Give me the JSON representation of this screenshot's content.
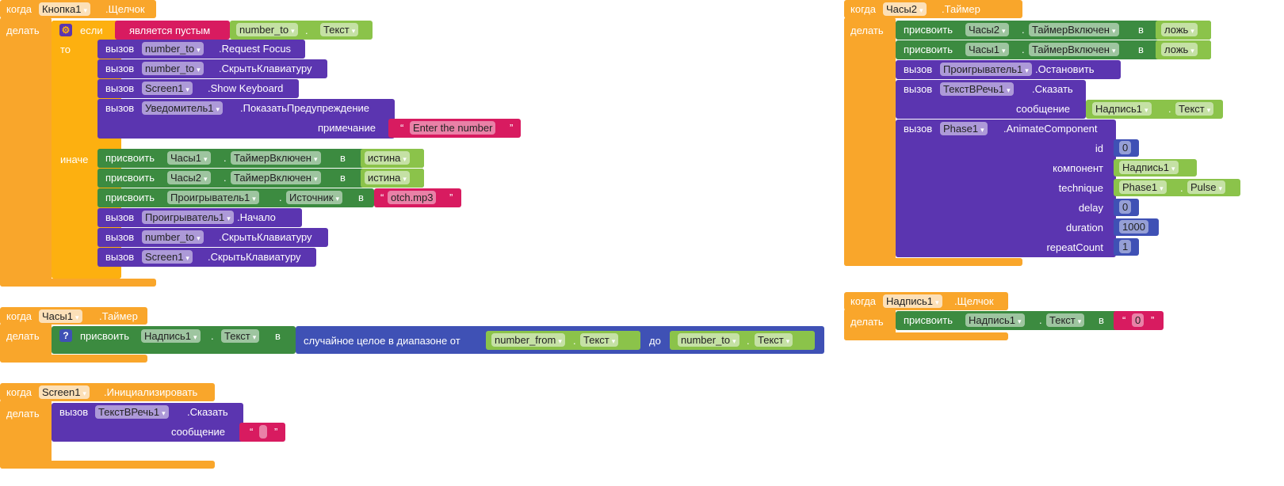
{
  "colors": {
    "event": "#F9A62B",
    "control": "#FDB010",
    "call": "#5B35B0",
    "set": "#3C8B40",
    "getter": "#8BC34A",
    "text": "#D81B60",
    "math": "#3F51B5"
  },
  "kw": {
    "when": "когда",
    "do": "делать",
    "if": "если",
    "then": "то",
    "else": "иначе",
    "call": "вызов",
    "set": "присвоить",
    "to": "в",
    "dot": ".",
    "open_quote": "“",
    "close_quote": "”"
  },
  "b1": {
    "component": "Кнопка1",
    "event": ".Щелчок",
    "is_empty": "является пустым",
    "cond_comp": "number_to",
    "cond_prop": "Текст",
    "then": [
      {
        "comp": "number_to",
        "method": ".Request Focus"
      },
      {
        "comp": "number_to",
        "method": ".СкрытьКлавиатуру"
      },
      {
        "comp": "Screen1",
        "method": ".Show Keyboard"
      },
      {
        "comp": "Уведомитель1",
        "method": ".ПоказатьПредупреждение",
        "arg_label": "примечание",
        "arg_value": "Enter the number"
      }
    ],
    "else_sets": [
      {
        "comp": "Часы1",
        "prop": "ТаймерВключен",
        "value": "истина"
      },
      {
        "comp": "Часы2",
        "prop": "ТаймерВключен",
        "value": "истина"
      },
      {
        "comp": "Проигрыватель1",
        "prop": "Источник",
        "value": "otch.mp3"
      }
    ],
    "else_calls": [
      {
        "comp": "Проигрыватель1",
        "method": ".Начало"
      },
      {
        "comp": "number_to",
        "method": ".СкрытьКлавиатуру"
      },
      {
        "comp": "Screen1",
        "method": ".СкрытьКлавиатуру"
      }
    ]
  },
  "b2": {
    "component": "Часы1",
    "event": ".Таймер",
    "set_comp": "Надпись1",
    "set_prop": "Текст",
    "random_label": "случайное целое в диапазоне от",
    "from_comp": "number_from",
    "from_prop": "Текст",
    "to_label": "до",
    "to_comp": "number_to",
    "to_prop": "Текст"
  },
  "b3": {
    "component": "Screen1",
    "event": ".Инициализировать",
    "call_comp": "ТекстВРечь1",
    "method": ".Сказать",
    "arg_label": "сообщение",
    "arg_value": ""
  },
  "b4": {
    "component": "Часы2",
    "event": ".Таймер",
    "sets": [
      {
        "comp": "Часы2",
        "prop": "ТаймерВключен",
        "value": "ложь"
      },
      {
        "comp": "Часы1",
        "prop": "ТаймерВключен",
        "value": "ложь"
      }
    ],
    "stop_comp": "Проигрыватель1",
    "stop_method": ".Остановить",
    "say_comp": "ТекстВРечь1",
    "say_method": ".Сказать",
    "say_arg": "сообщение",
    "say_src_comp": "Надпись1",
    "say_src_prop": "Текст",
    "anim_comp": "Phase1",
    "anim_method": ".AnimateComponent",
    "params": {
      "id_label": "id",
      "id": "0",
      "comp_label": "компонент",
      "comp": "Надпись1",
      "tech_label": "technique",
      "tech_comp": "Phase1",
      "tech": "Pulse",
      "delay_label": "delay",
      "delay": "0",
      "duration_label": "duration",
      "duration": "1000",
      "repeat_label": "repeatCount",
      "repeat": "1"
    }
  },
  "b5": {
    "component": "Надпись1",
    "event": ".Щелчок",
    "set_comp": "Надпись1",
    "set_prop": "Текст",
    "value": "0"
  }
}
